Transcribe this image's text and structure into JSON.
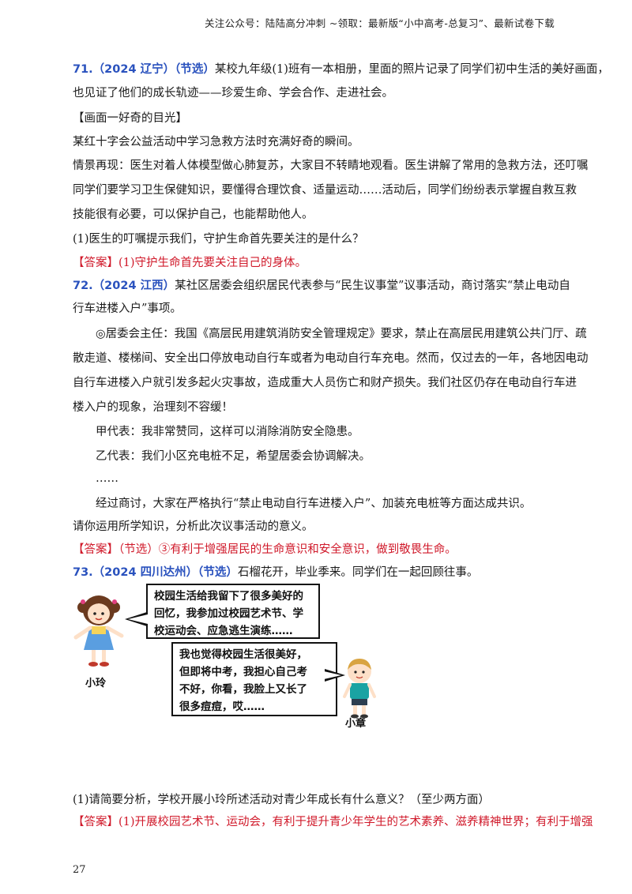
{
  "header": {
    "text": "关注公众号：陆陆高分冲刺  ~领取：最新版“小中高考-总复习”、最新试卷下载"
  },
  "q71": {
    "num": "71.（2024 辽宁）（节选）",
    "intro_rest": "某校九年级(1)班有一本相册，里面的照片记录了同学们初中生活的美好画面，",
    "intro_line2": "也见证了他们的成长轨迹——珍爱生命、学会合作、走进社会。",
    "section": "【画面一好奇的目光】",
    "scene": "某红十字会公益活动中学习急救方法时充满好奇的瞬间。",
    "situation1": "情景再现：医生对着人体模型做心肺复苏，大家目不转睛地观看。医生讲解了常用的急救方法，还叮嘱",
    "situation2": "同学们要学习卫生保健知识，要懂得合理饮食、适量运动……活动后，同学们纷纷表示掌握自救互救",
    "situation3": "技能很有必要，可以保护自己，也能帮助他人。",
    "question": "(1)医生的叮嘱提示我们，守护生命首先要关注的是什么？",
    "answer_label": "【答案】",
    "answer": "(1)守护生命首先要关注自己的身体。"
  },
  "q72": {
    "num": "72.（2024 江西）",
    "intro_rest": "某社区居委会组织居民代表参与“民生议事堂”议事活动，商讨落实“禁止电动自",
    "intro_line2": "行车进楼入户”事项。",
    "p1": "◎居委会主任：我国《高层民用建筑消防安全管理规定》要求，禁止在高层民用建筑公共门厅、疏",
    "p2": "散走道、楼梯间、安全出口停放电动自行车或者为电动自行车充电。然而，仅过去的一年，各地因电动",
    "p3": "自行车进楼入户就引发多起火灾事故，造成重大人员伤亡和财产损失。我们社区仍存在电动自行车进",
    "p4": "楼入户的现象，治理刻不容缓！",
    "rep_a": "甲代表：我非常赞同，这样可以消除消防安全隐患。",
    "rep_b": "乙代表：我们小区充电桩不足，希望居委会协调解决。",
    "ellipsis": "……",
    "result": "经过商讨，大家在严格执行“禁止电动自行车进楼入户”、加装充电桩等方面达成共识。",
    "question": "请你运用所学知识，分析此次议事活动的意义。",
    "answer_label": "【答案】",
    "answer": "（节选）③有利于增强居民的生命意识和安全意识，做到敬畏生命。"
  },
  "q73": {
    "num": "73.（2024 四川达州）（节选）",
    "intro_rest": "石榴花开，毕业季来。同学们在一起回顾往事。",
    "bubble1": [
      "校园生活给我留下了很多美好的",
      "回忆，我参加过校园艺术节、学",
      "校运动会、应急逃生演练……"
    ],
    "bubble2": [
      "我也觉得校园生活很美好，",
      "但即将中考，我担心自己考",
      "不好，你看，我脸上又长了",
      "很多痘痘，哎……"
    ],
    "name1": "小玲",
    "name2": "小章",
    "question": "(1)请简要分析，学校开展小玲所述活动对青少年成长有什么意义？（至少两方面）",
    "answer_label": "【答案】",
    "answer": "(1)开展校园艺术节、运动会，有利于提升青少年学生的艺术素养、滋养精神世界；有利于增强"
  },
  "page_number": "27"
}
